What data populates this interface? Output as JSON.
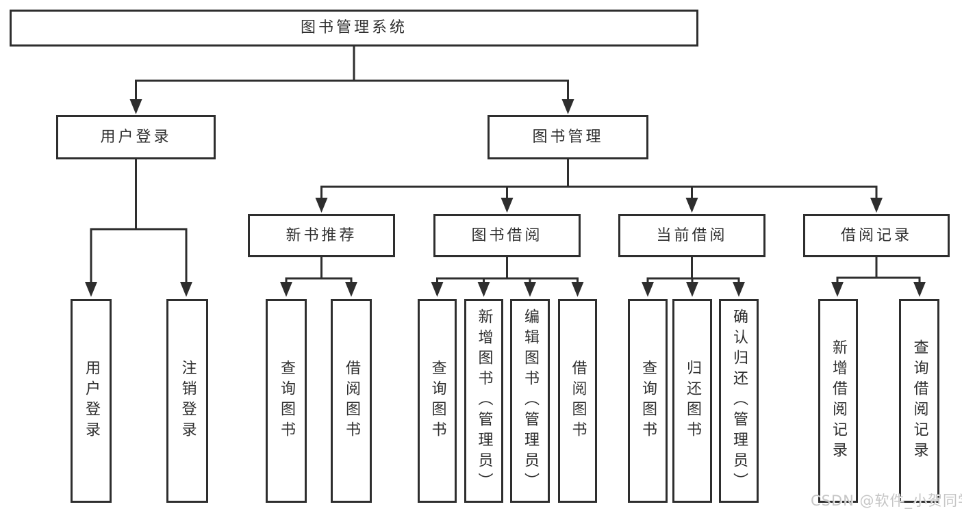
{
  "diagram": {
    "root": {
      "label": "图书管理系统"
    },
    "branches": [
      {
        "label": "用户登录",
        "children": [
          {
            "label": "用户登录"
          },
          {
            "label": "注销登录"
          }
        ]
      },
      {
        "label": "图书管理",
        "children": [
          {
            "label": "新书推荐",
            "children": [
              {
                "label": "查询图书"
              },
              {
                "label": "借阅图书"
              }
            ]
          },
          {
            "label": "图书借阅",
            "children": [
              {
                "label": "查询图书"
              },
              {
                "label": "新增图书（管理员）"
              },
              {
                "label": "编辑图书（管理员）"
              },
              {
                "label": "借阅图书"
              }
            ]
          },
          {
            "label": "当前借阅",
            "children": [
              {
                "label": "查询图书"
              },
              {
                "label": "归还图书"
              },
              {
                "label": "确认归还（管理员）"
              }
            ]
          },
          {
            "label": "借阅记录",
            "children": [
              {
                "label": "新增借阅记录"
              },
              {
                "label": "查询借阅记录"
              }
            ]
          }
        ]
      }
    ]
  },
  "watermark": {
    "text": "CSDN @软件_小贺同学"
  },
  "colors": {
    "line": "#2e2e2e",
    "box_border": "#2e2e2e",
    "text": "#2f2f2f",
    "watermark": "#c6c6c6",
    "background": "#ffffff"
  }
}
